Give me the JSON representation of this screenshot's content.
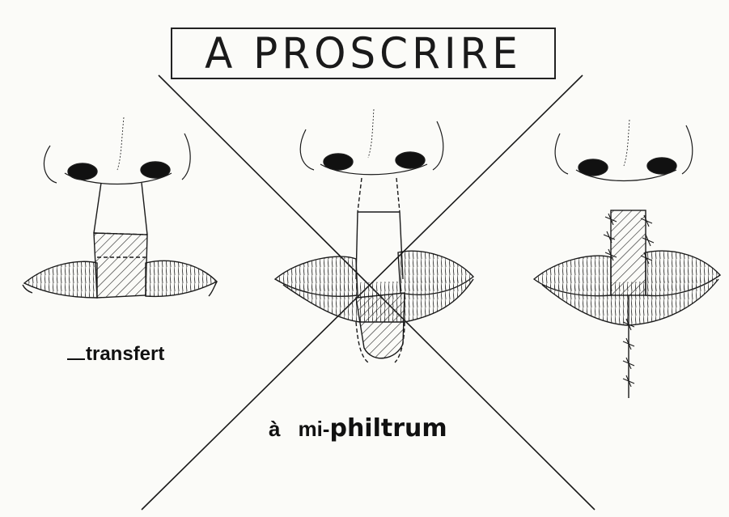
{
  "title": "A PROSCRIRE",
  "labels": {
    "transfert": "transfert",
    "a": "à",
    "mi": "mi-",
    "philtrum": "philtrum"
  },
  "colors": {
    "ink": "#1a1a1a",
    "paper": "#fbfbf8"
  }
}
